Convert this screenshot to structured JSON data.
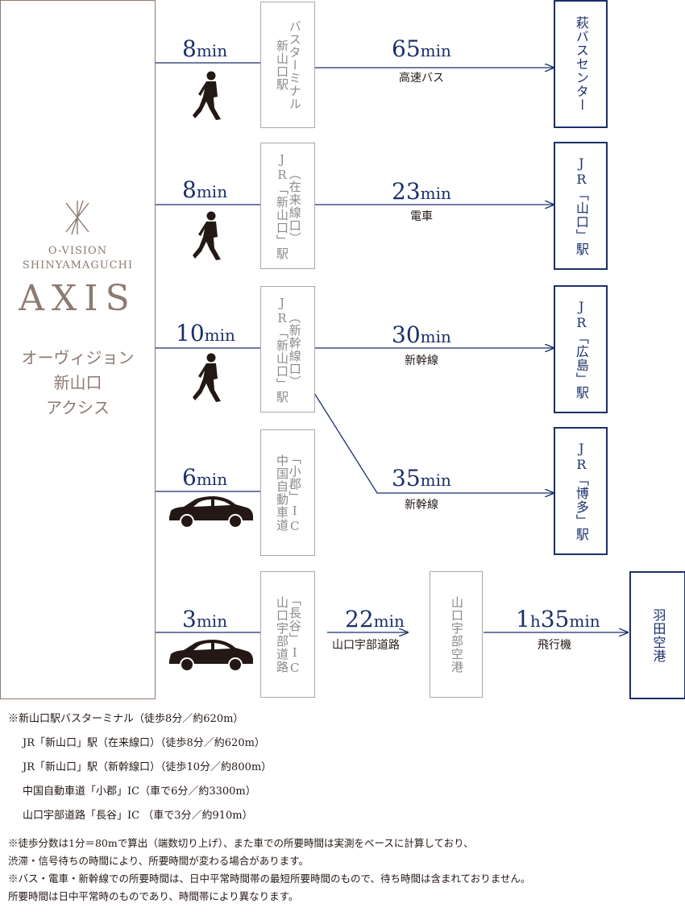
{
  "brand": {
    "subtitle_line1": "O-VISION",
    "subtitle_line2": "SHINYAMAGUCHI",
    "name": "AXIS",
    "jp_line1": "オーヴィジョン",
    "jp_line2": "新山口",
    "jp_line3": "アクシス"
  },
  "routes": [
    {
      "leg1": {
        "num": "8",
        "unit": "min",
        "mode_icon": "walk-icon"
      },
      "hub": "新山口駅バスターミナル",
      "hub_col1": "新山口駅",
      "hub_col2": "バスターミナル",
      "leg2": {
        "num": "65",
        "unit": "min",
        "label": "高速バス"
      },
      "dest": "萩バスセンター"
    },
    {
      "leg1": {
        "num": "8",
        "unit": "min",
        "mode_icon": "walk-icon"
      },
      "hub_col1": "JR「新山口」駅",
      "hub_col2": "（在来線口）",
      "leg2": {
        "num": "23",
        "unit": "min",
        "label": "電車"
      },
      "dest": "JR「山口」駅"
    },
    {
      "leg1": {
        "num": "10",
        "unit": "min",
        "mode_icon": "walk-icon"
      },
      "hub_col1": "JR「新山口」駅",
      "hub_col2": "（新幹線口）",
      "leg2": {
        "num": "30",
        "unit": "min",
        "label": "新幹線"
      },
      "dest": "JR「広島」駅"
    },
    {
      "leg2": {
        "num": "35",
        "unit": "min",
        "label": "新幹線"
      },
      "dest": "JR「博多」駅"
    },
    {
      "leg1": {
        "num": "6",
        "unit": "min",
        "mode_icon": "car-icon"
      },
      "hub_col1": "中国自動車道",
      "hub_col2": "「小郡」IC"
    },
    {
      "leg1": {
        "num": "3",
        "unit": "min",
        "mode_icon": "car-icon"
      },
      "hub_col1": "山口宇部道路",
      "hub_col2": "「長谷」IC",
      "leg2": {
        "num": "22",
        "unit": "min",
        "label": "山口宇部道路"
      },
      "hub2": "山口宇部空港",
      "leg3": {
        "num_h": "1",
        "unit_h": "h",
        "num": "35",
        "unit": "min",
        "label": "飛行機"
      },
      "dest": "羽田空港"
    }
  ],
  "notes": {
    "list": [
      "※新山口駅バスターミナル（徒歩8分／約620m）",
      "JR「新山口」駅（在来線口）（徒歩8分／約620m）",
      "JR「新山口」駅（新幹線口）（徒歩10分／約800m）",
      "中国自動車道「小郡」IC（車で6分／約3300m）",
      "山口宇部道路「長谷」IC （車で3分／約910m）"
    ],
    "footnotes": [
      "※徒歩分数は1分＝80mで算出（端数切り上げ）、また車での所要時間は実測をベースに計算しており、",
      "渋滞・信号待ちの時間により、所要時間が変わる場合があります。",
      "※バス・電車・新幹線での所要時間は、日中平常時間帯の最短所要時間のもので、待ち時間は含まれておりません。",
      "所要時間は日中平常時のものであり、時間帯により異なります。"
    ]
  },
  "colors": {
    "navy": "#1b2f6a",
    "brand": "#8d7a72",
    "hub_border": "#a9a9a9",
    "text": "#231815"
  }
}
